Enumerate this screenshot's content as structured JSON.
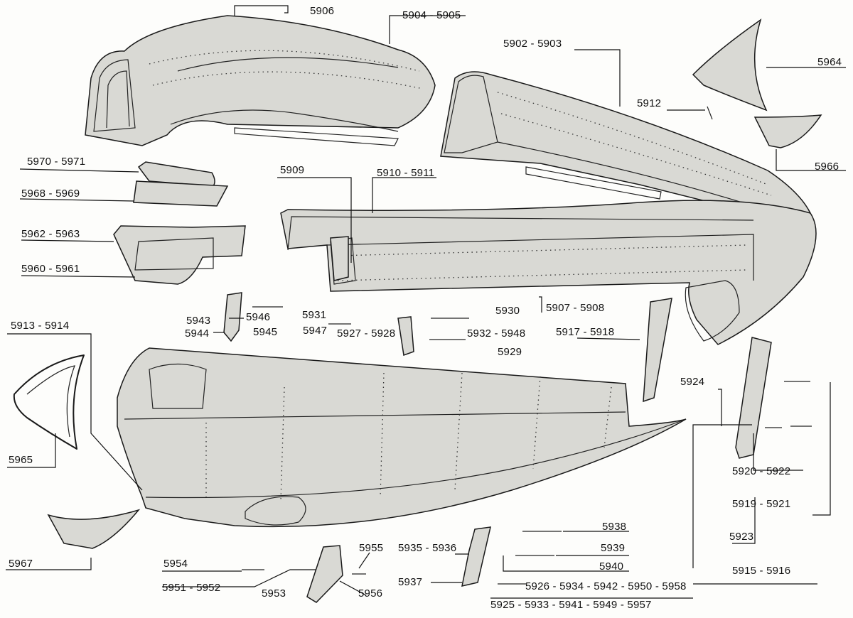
{
  "labels": {
    "l5906": "5906",
    "l5904": "5904 - 5905",
    "l5902": "5902 - 5903",
    "l5964": "5964",
    "l5912": "5912",
    "l5966": "5966",
    "l5970": "5970 - 5971",
    "l5968": "5968 - 5969",
    "l5909": "5909",
    "l5910": "5910 - 5911",
    "l5962": "5962 - 5963",
    "l5960": "5960 - 5961",
    "l5943": "5943",
    "l5944": "5944",
    "l5946": "5946",
    "l5945": "5945",
    "l5931": "5931",
    "l5947": "5947",
    "l5927": "5927 - 5928",
    "l5930": "5930",
    "l5932": "5932 - 5948",
    "l5929": "5929",
    "l5907": "5907 - 5908",
    "l5917": "5917 - 5918",
    "l5913": "5913 - 5914",
    "l5924": "5924",
    "l5965": "5965",
    "l5920": "5920 - 5922",
    "l5919": "5919 - 5921",
    "l5923": "5923",
    "l5967": "5967",
    "l5938": "5938",
    "l5955": "5955",
    "l5935": "5935 - 5936",
    "l5939": "5939",
    "l5954": "5954",
    "l5940": "5940",
    "l5951": "5951 - 5952",
    "l5953": "5953",
    "l5956": "5956",
    "l5937": "5937",
    "l5926": "5926 - 5934 - 5942 - 5950 - 5958",
    "l5925": "5925 - 5933 - 5941 - 5949 - 5957",
    "l5915": "5915 - 5916"
  }
}
